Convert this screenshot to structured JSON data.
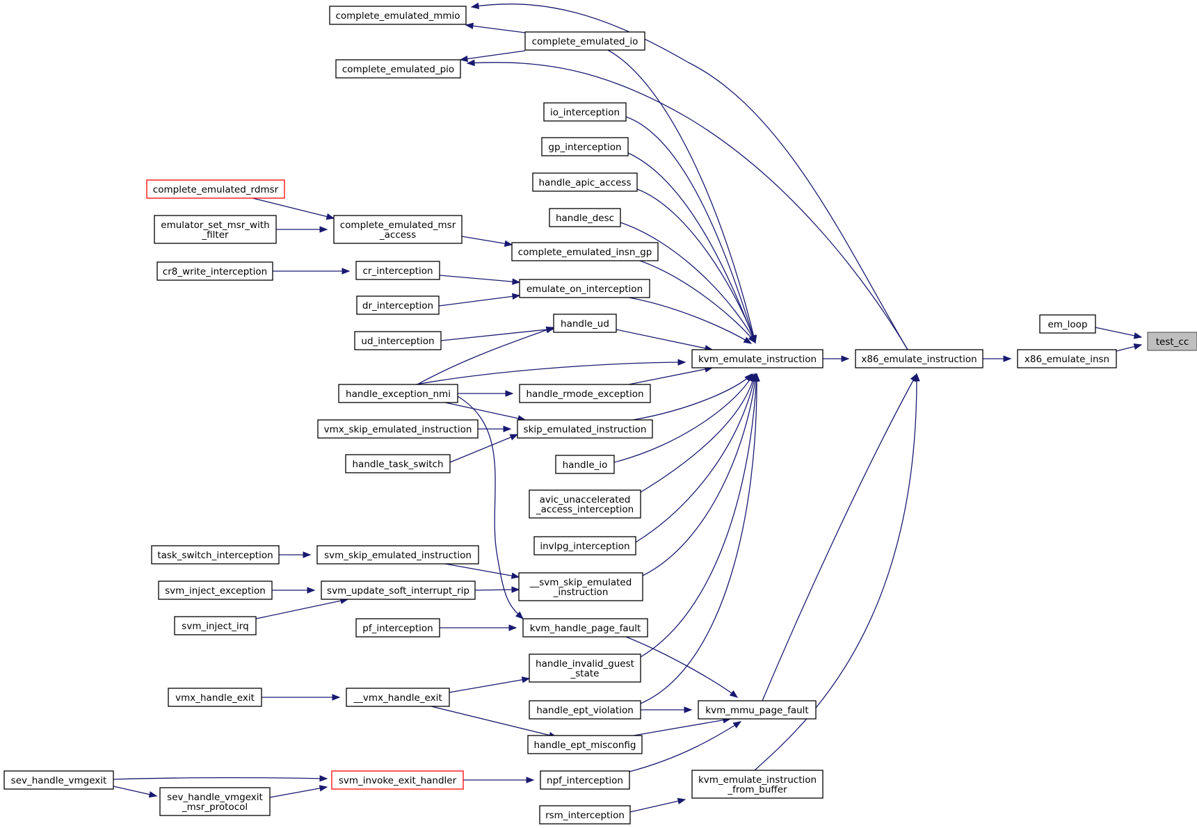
{
  "nodes": {
    "test_cc": "test_cc",
    "em_loop": "em_loop",
    "x86_emulate_insn": "x86_emulate_insn",
    "x86_emulate_instruction": "x86_emulate_instruction",
    "kvm_emulate_instruction": "kvm_emulate_instruction",
    "kvm_mmu_page_fault": "kvm_mmu_page_fault",
    "kvm_emulate_instruction_from_buffer": [
      "kvm_emulate_instruction",
      "_from_buffer"
    ],
    "complete_emulated_mmio": "complete_emulated_mmio",
    "complete_emulated_io": "complete_emulated_io",
    "complete_emulated_pio": "complete_emulated_pio",
    "io_interception": "io_interception",
    "gp_interception": "gp_interception",
    "handle_apic_access": "handle_apic_access",
    "handle_desc": "handle_desc",
    "complete_emulated_insn_gp": "complete_emulated_insn_gp",
    "emulate_on_interception": "emulate_on_interception",
    "handle_ud": "handle_ud",
    "handle_rmode_exception": "handle_rmode_exception",
    "skip_emulated_instruction": "skip_emulated_instruction",
    "handle_io": "handle_io",
    "avic_unaccelerated_access_interception": [
      "avic_unaccelerated",
      "_access_interception"
    ],
    "invlpg_interception": "invlpg_interception",
    "svm_skip_emulated_instruction_inner": [
      "__svm_skip_emulated",
      "_instruction"
    ],
    "kvm_handle_page_fault": "kvm_handle_page_fault",
    "handle_invalid_guest_state": [
      "handle_invalid_guest",
      "_state"
    ],
    "handle_ept_violation": "handle_ept_violation",
    "handle_ept_misconfig": "handle_ept_misconfig",
    "npf_interception": "npf_interception",
    "rsm_interception": "rsm_interception",
    "complete_emulated_rdmsr": "complete_emulated_rdmsr",
    "emulator_set_msr_with_filter": [
      "emulator_set_msr_with",
      "_filter"
    ],
    "complete_emulated_msr_access": [
      "complete_emulated_msr",
      "_access"
    ],
    "cr8_write_interception": "cr8_write_interception",
    "cr_interception": "cr_interception",
    "dr_interception": "dr_interception",
    "ud_interception": "ud_interception",
    "handle_exception_nmi": "handle_exception_nmi",
    "vmx_skip_emulated_instruction": "vmx_skip_emulated_instruction",
    "handle_task_switch": "handle_task_switch",
    "task_switch_interception": "task_switch_interception",
    "svm_skip_emulated_instruction": "svm_skip_emulated_instruction",
    "svm_inject_exception": "svm_inject_exception",
    "svm_update_soft_interrupt_rip": "svm_update_soft_interrupt_rip",
    "svm_inject_irq": "svm_inject_irq",
    "pf_interception": "pf_interception",
    "vmx_handle_exit": "vmx_handle_exit",
    "vmx_handle_exit_inner": "__vmx_handle_exit",
    "sev_handle_vmgexit": "sev_handle_vmgexit",
    "sev_handle_vmgexit_msr_protocol": [
      "sev_handle_vmgexit",
      "_msr_protocol"
    ],
    "svm_invoke_exit_handler": "svm_invoke_exit_handler"
  },
  "colors": {
    "edge": "#191970",
    "highlight_fill": "#bfbfbf",
    "truncated_border": "#ff0000"
  }
}
